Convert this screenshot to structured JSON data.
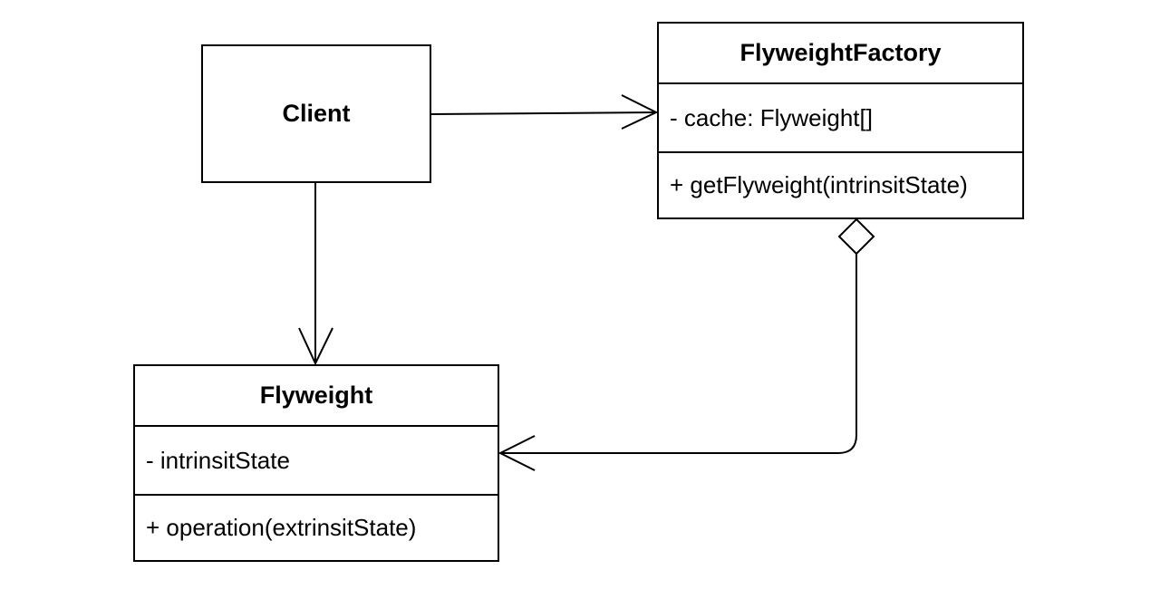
{
  "classes": {
    "client": {
      "name": "Client"
    },
    "factory": {
      "name": "FlyweightFactory",
      "attribute": "- cache: Flyweight[]",
      "method": "+ getFlyweight(intrinsitState)"
    },
    "flyweight": {
      "name": "Flyweight",
      "attribute": "- intrinsitState",
      "method": "+ operation(extrinsitState)"
    }
  },
  "relationships": [
    {
      "from": "Client",
      "to": "FlyweightFactory",
      "type": "association"
    },
    {
      "from": "Client",
      "to": "Flyweight",
      "type": "association"
    },
    {
      "from": "FlyweightFactory",
      "to": "Flyweight",
      "type": "aggregation"
    }
  ]
}
